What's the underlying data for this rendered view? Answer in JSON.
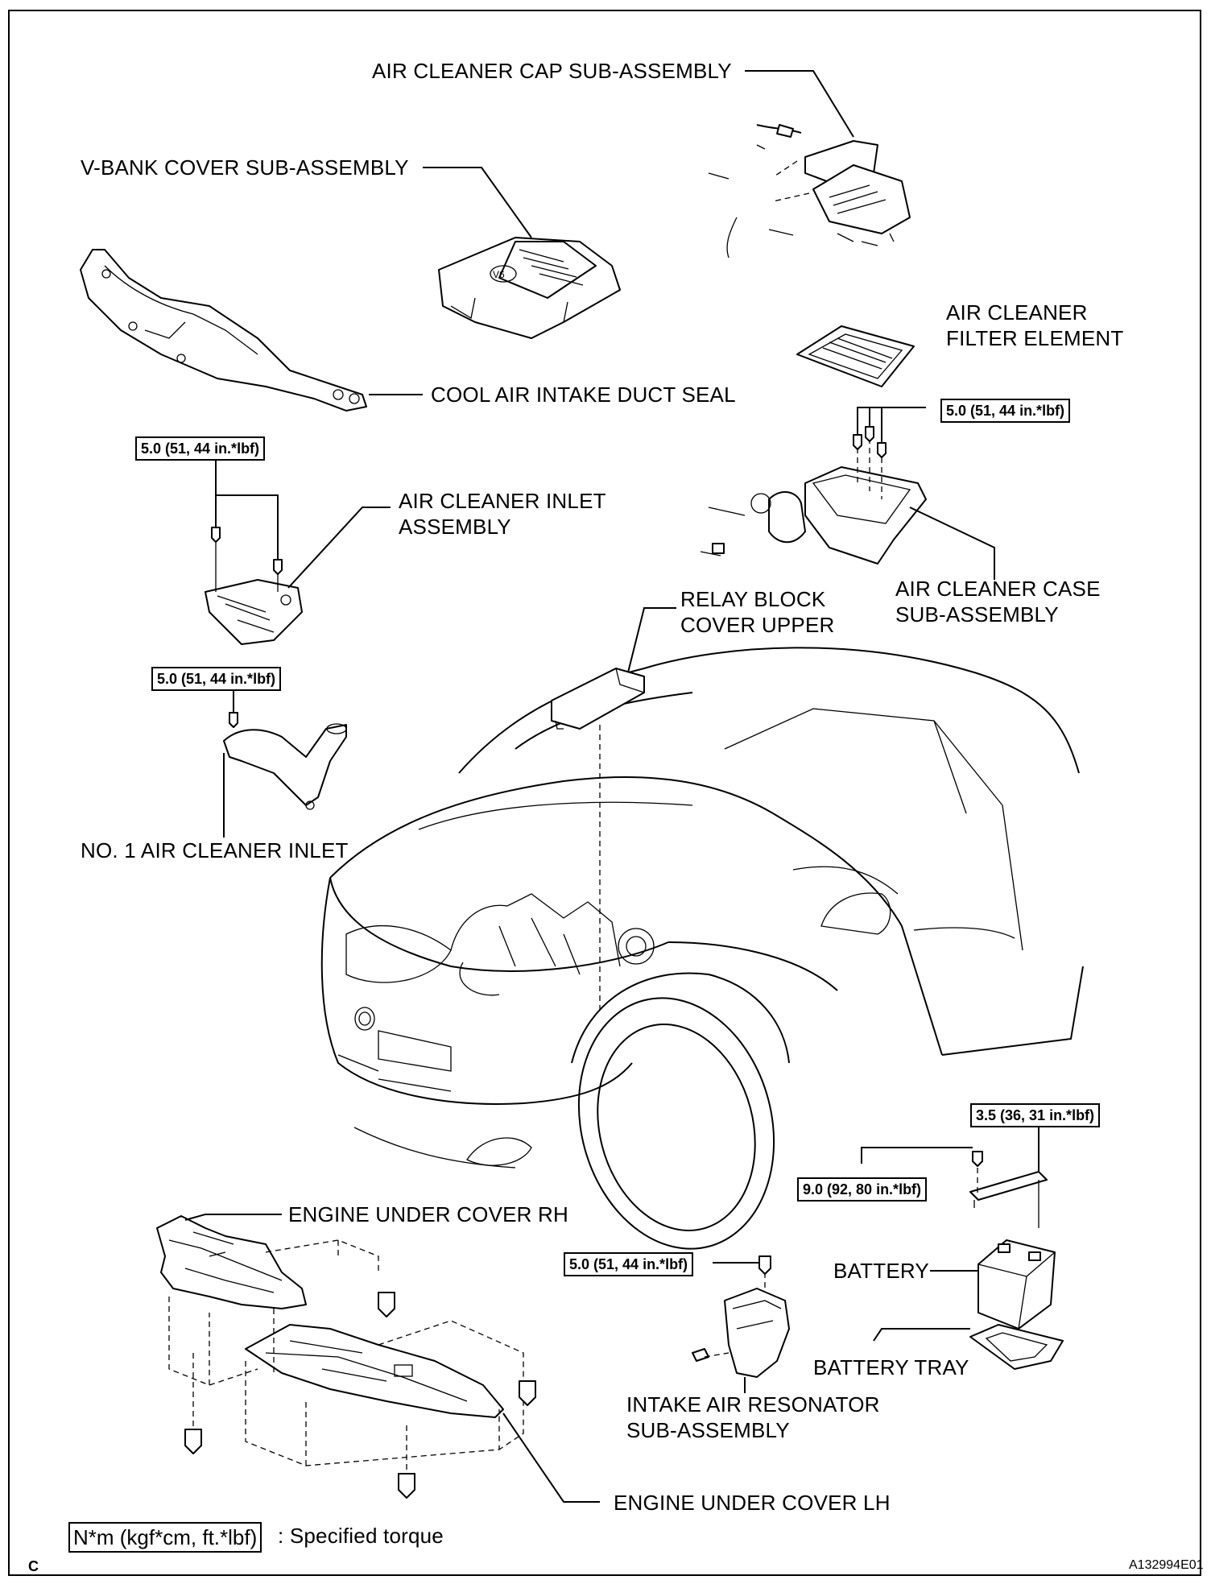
{
  "labels": {
    "air_cleaner_cap": "AIR CLEANER CAP SUB-ASSEMBLY",
    "vbank_cover": "V-BANK COVER SUB-ASSEMBLY",
    "filter_element_1": "AIR CLEANER",
    "filter_element_2": "FILTER ELEMENT",
    "cool_air_seal": "COOL AIR INTAKE DUCT SEAL",
    "inlet_assembly_1": "AIR CLEANER INLET",
    "inlet_assembly_2": "ASSEMBLY",
    "case_1": "AIR CLEANER CASE",
    "case_2": "SUB-ASSEMBLY",
    "relay_1": "RELAY BLOCK",
    "relay_2": "COVER UPPER",
    "no1_inlet": "NO. 1 AIR CLEANER INLET",
    "under_rh": "ENGINE UNDER COVER RH",
    "under_lh": "ENGINE UNDER COVER LH",
    "battery": "BATTERY",
    "battery_tray": "BATTERY TRAY",
    "resonator_1": "INTAKE AIR RESONATOR",
    "resonator_2": "SUB-ASSEMBLY",
    "engine_badge": "V6"
  },
  "torque": {
    "case_bolts": "5.0 (51, 44 in.*lbf)",
    "inlet_assembly": "5.0 (51, 44 in.*lbf)",
    "no1_inlet": "5.0 (51, 44 in.*lbf)",
    "battery_clamp": "3.5 (36, 31 in.*lbf)",
    "battery_terminal": "9.0 (92, 80 in.*lbf)",
    "resonator": "5.0 (51, 44 in.*lbf)"
  },
  "legend": {
    "unit_box": "N*m (kgf*cm, ft.*lbf)",
    "description": ": Specified torque"
  },
  "footer": {
    "left_code": "C",
    "figure_id": "A132994E01"
  }
}
